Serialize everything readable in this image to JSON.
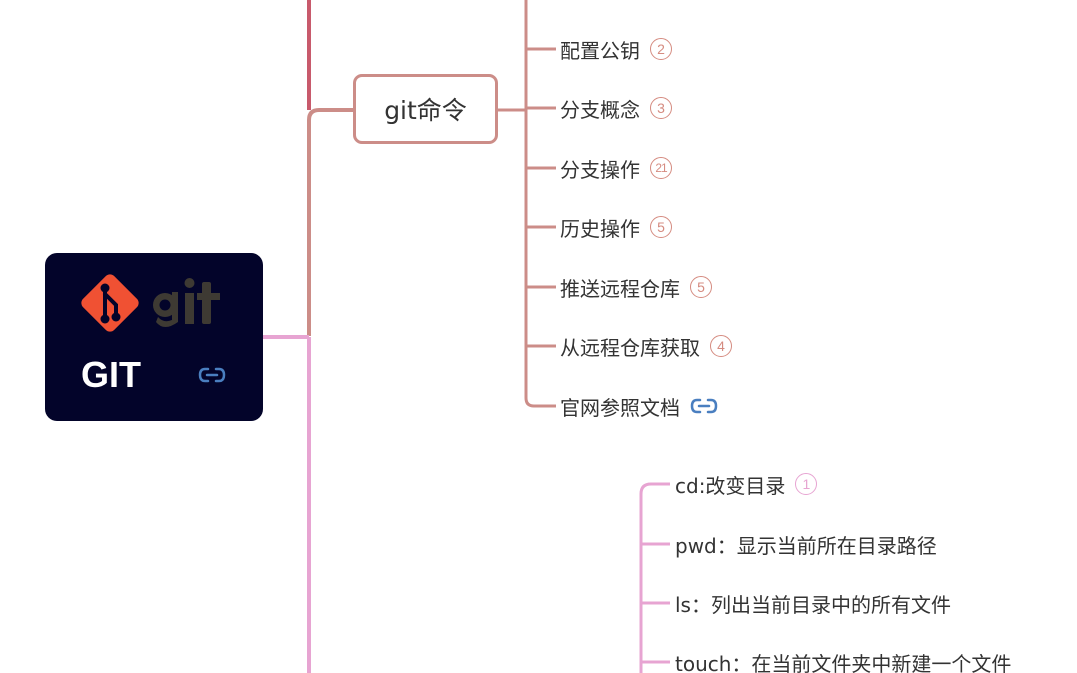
{
  "colors": {
    "root_bg": "#03042a",
    "root_text": "#ffffff",
    "git_orange": "#f05133",
    "git_gray": "#3e3a33",
    "branch_brown": "#cc8d88",
    "branch_pink": "#e7a4d2",
    "top_red": "#c85a6c",
    "text": "#333333",
    "link_blue": "#4a7fc0"
  },
  "root": {
    "title": "GIT",
    "logo_icon": "git-logo-icon",
    "link_icon": "link-icon"
  },
  "branch": {
    "label": "git命令"
  },
  "topics_git": [
    {
      "label": "配置公钥",
      "badge": "2"
    },
    {
      "label": "分支概念",
      "badge": "3"
    },
    {
      "label": "分支操作",
      "badge": "21"
    },
    {
      "label": "历史操作",
      "badge": "5"
    },
    {
      "label": "推送远程仓库",
      "badge": "5"
    },
    {
      "label": "从远程仓库获取",
      "badge": "4"
    },
    {
      "label": "官网参照文档",
      "icon": "link-icon"
    }
  ],
  "topics_cmd": [
    {
      "label": "cd:改变目录",
      "badge": "1"
    },
    {
      "label": "pwd：显示当前所在目录路径"
    },
    {
      "label": "ls：列出当前目录中的所有文件"
    },
    {
      "label": "touch：在当前文件夹中新建一个文件"
    }
  ]
}
